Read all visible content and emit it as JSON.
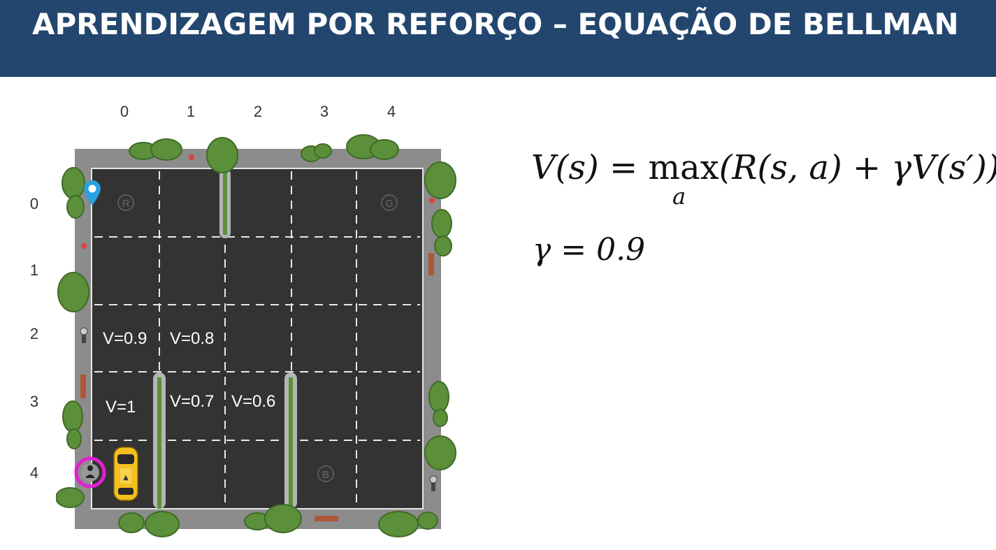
{
  "header": {
    "title": "APRENDIZAGEM POR REFORÇO – EQUAÇÃO DE BELLMAN"
  },
  "grid": {
    "columns": [
      "0",
      "1",
      "2",
      "3",
      "4"
    ],
    "rows": [
      "0",
      "1",
      "2",
      "3",
      "4"
    ],
    "cells": [
      {
        "row": 2,
        "col": 0,
        "label": "V=0.9"
      },
      {
        "row": 2,
        "col": 1,
        "label": "V=0.8"
      },
      {
        "row": 3,
        "col": 0,
        "label": "V=1"
      },
      {
        "row": 3,
        "col": 1,
        "label": "V=0.7"
      },
      {
        "row": 3,
        "col": 2,
        "label": "V=0.6"
      }
    ],
    "markers": {
      "R": "R",
      "G": "G",
      "B": "B"
    }
  },
  "equation": {
    "bellman_left": "V(s) = ",
    "bellman_max": "max",
    "bellman_right": "(R(s, a) + γV(s′))",
    "bellman_sub": "a",
    "gamma": "γ = 0.9"
  },
  "colors": {
    "header": "#23466e",
    "road": "#333333",
    "pavement": "#8c8c8c",
    "grass": "#5c8f3a",
    "taxi": "#f4c020",
    "passenger_ring": "#e020d0"
  }
}
